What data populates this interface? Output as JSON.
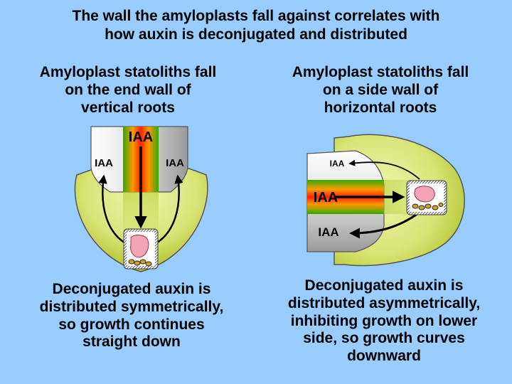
{
  "title_line1": "The wall the amyloplasts fall against correlates with",
  "title_line2": "how auxin is deconjugated and distributed",
  "left": {
    "heading": [
      "Amyloplast statoliths fall",
      "on the end wall of",
      "vertical roots"
    ],
    "labels": {
      "center": "IAA",
      "left": "IAA",
      "right": "IAA"
    },
    "caption": [
      "Deconjugated auxin is",
      "distributed symmetrically,",
      "so growth continues",
      "straight down"
    ]
  },
  "right": {
    "heading": [
      "Amyloplast statoliths fall",
      "on a side wall of",
      "horizontal roots"
    ],
    "labels": {
      "top": "IAA",
      "middle": "IAA",
      "bottom": "IAA"
    },
    "caption": [
      "Deconjugated auxin is",
      "distributed asymmetrically,",
      "inhibiting growth on lower",
      "side, so growth curves",
      "downward"
    ]
  },
  "colors": {
    "background": "#99ccff",
    "root_cap": "#c8d84a",
    "stele_gradient": [
      "#ff3300",
      "#ff9900",
      "#33aa00"
    ],
    "column": "#dddddd",
    "amyloplast": "#f3a5b5"
  }
}
